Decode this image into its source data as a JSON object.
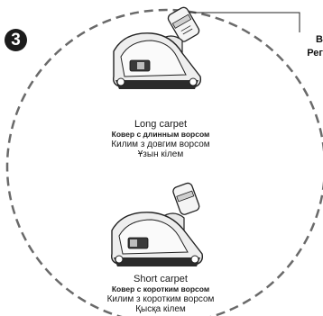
{
  "step_number": "3",
  "edge_labels": [
    "В",
    "Рег"
  ],
  "long_carpet": {
    "en": "Long carpet",
    "ru": "Ковер с длинным ворсом",
    "ua": "Килим з довгим ворсом",
    "kz": "Ұзын кілем"
  },
  "short_carpet": {
    "en": "Short carpet",
    "ru": "Ковер с коротким ворсом",
    "ua": "Килим з коротким ворсом",
    "kz": "Қысқа кілем"
  },
  "icons": [
    "vacuum-brush-icon"
  ],
  "colors": {
    "ink": "#1a1a1a",
    "badge": "#1c1c1c",
    "device_shadow": "#2b2b2b"
  }
}
